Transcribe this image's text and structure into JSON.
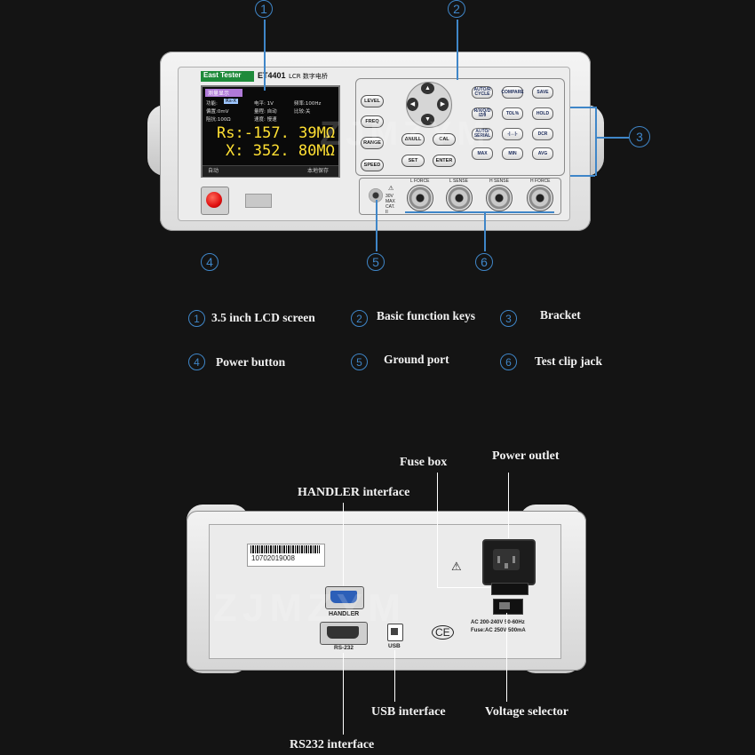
{
  "front": {
    "brand": "East Tester",
    "model": "ET4401",
    "model_title": "LCR 数字电桥",
    "lcd": {
      "mode_tab": "测量显示",
      "row1": [
        "功能:",
        "Rs-X",
        "电平: 1V",
        "频率:100Hz"
      ],
      "row2": [
        "偏置:0mV",
        "量程: 自动",
        "比较:关"
      ],
      "row3": [
        "阻抗:100Ω",
        "速度: 慢速"
      ],
      "primary": "Rs:-157. 39MΩ",
      "secondary": "X:  352. 80MΩ",
      "footer_left": "自动",
      "footer_right": "本地保存"
    },
    "left_keys": [
      "LEVEL",
      "FREQ",
      "RANGE",
      "SPEED"
    ],
    "mid_keys": [
      "ΔNULL",
      "CAL",
      "SET",
      "ENTER"
    ],
    "grid_keys": [
      [
        "AUTO/R CYCLE",
        "COMPARE",
        "SAVE"
      ],
      [
        "R/X/Q/D /Z/θ",
        "TOL%",
        "HOLD"
      ],
      [
        "AUTO/ SERIAL",
        "-|↔|-",
        "DCR"
      ],
      [
        "MAX",
        "MIN",
        "AVG"
      ]
    ],
    "ground_label": "30V MAX CAT. II",
    "jack_labels": [
      "L FORCE",
      "L SENSE",
      "H SENSE",
      "H FORCE"
    ]
  },
  "callouts": [
    "1",
    "2",
    "3",
    "4",
    "5",
    "6"
  ],
  "legend": [
    {
      "num": "1",
      "text": "3.5 inch LCD screen"
    },
    {
      "num": "2",
      "text": "Basic function keys"
    },
    {
      "num": "3",
      "text": "Bracket"
    },
    {
      "num": "4",
      "text": "Power button"
    },
    {
      "num": "5",
      "text": "Ground port"
    },
    {
      "num": "6",
      "text": "Test clip jack"
    }
  ],
  "rear": {
    "serial": "10702019008",
    "handler_tag": "HANDLER",
    "rs232_tag": "RS-232",
    "usb_tag": "USB",
    "ce": "CE",
    "spec1": "AC 200-240V 50-60Hz",
    "spec2": "Fuse:AC 250V 500mA"
  },
  "rear_labels": {
    "fuse_box": "Fuse box",
    "power_outlet": "Power outlet",
    "handler": "HANDLER interface",
    "usb": "USB interface",
    "voltage_selector": "Voltage selector",
    "rs232": "RS232 interface"
  },
  "watermark": "ZJMZYM",
  "colors": {
    "accent": "#3f86c8",
    "background": "#141414",
    "power_button": "#e01010"
  }
}
